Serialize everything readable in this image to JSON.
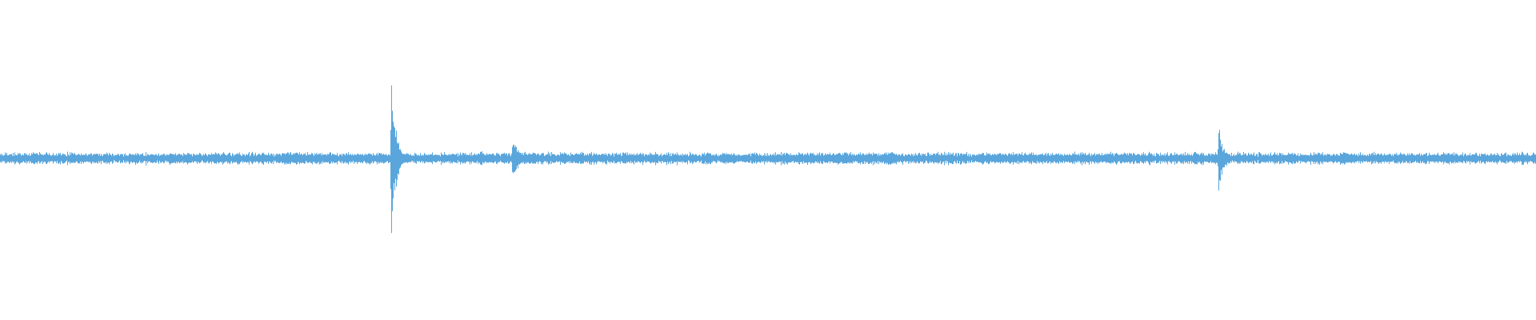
{
  "waveform": {
    "color": "#5aa6dc",
    "background": "#ffffff",
    "baseline_amplitude": 0.012,
    "noise_amplitude": 0.006,
    "events": [
      {
        "position": 0.2545,
        "amplitude": 0.26
      },
      {
        "position": 0.2605,
        "amplitude": 0.035
      },
      {
        "position": 0.3125,
        "amplitude": 0.035
      },
      {
        "position": 0.3235,
        "amplitude": 0.025
      },
      {
        "position": 0.3335,
        "amplitude": 0.09
      },
      {
        "position": 0.748,
        "amplitude": 0.03
      },
      {
        "position": 0.7775,
        "amplitude": 0.03
      },
      {
        "position": 0.793,
        "amplitude": 0.12
      }
    ]
  }
}
